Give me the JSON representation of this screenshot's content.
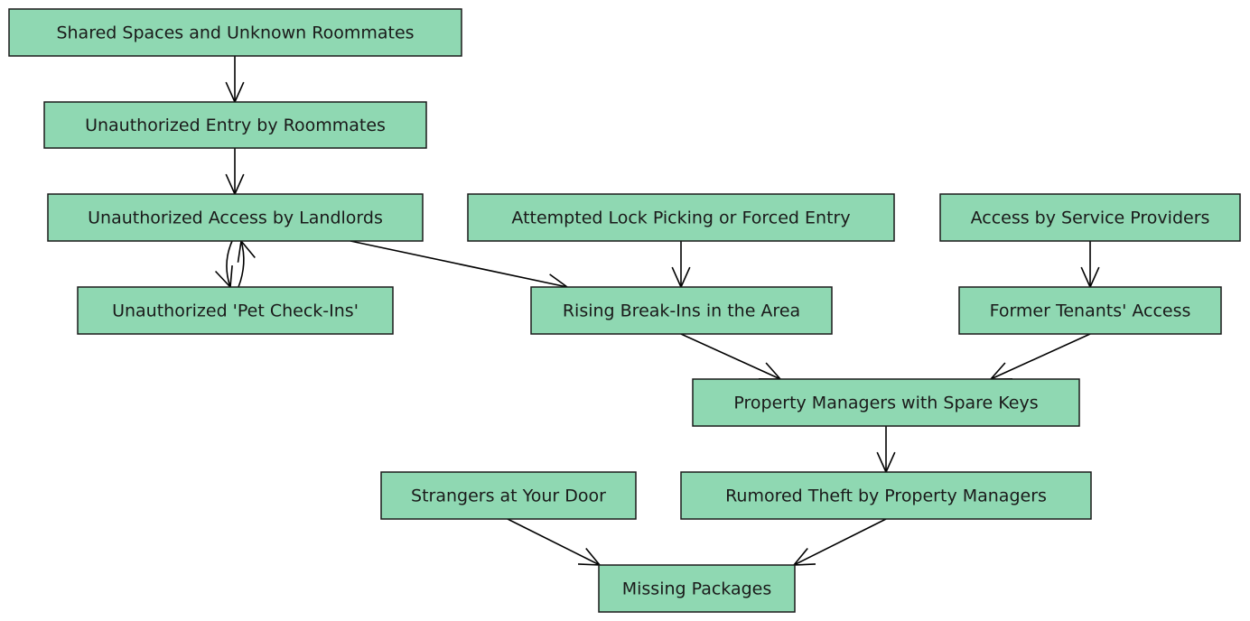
{
  "colors": {
    "node_fill": "#8fd8b2",
    "node_border": "#1a1a1a",
    "edge": "#000000",
    "background": "#ffffff"
  },
  "nodes": [
    {
      "id": "shared",
      "label": "Shared Spaces and Unknown Roommates"
    },
    {
      "id": "roommates",
      "label": "Unauthorized Entry by Roommates"
    },
    {
      "id": "landlords",
      "label": "Unauthorized Access by Landlords"
    },
    {
      "id": "lockpick",
      "label": "Attempted Lock Picking or Forced Entry"
    },
    {
      "id": "service",
      "label": "Access by Service Providers"
    },
    {
      "id": "pet",
      "label": "Unauthorized 'Pet Check-Ins'"
    },
    {
      "id": "breakins",
      "label": "Rising Break-Ins in the Area"
    },
    {
      "id": "former",
      "label": "Former Tenants' Access"
    },
    {
      "id": "managers",
      "label": "Property Managers with Spare Keys"
    },
    {
      "id": "strangers",
      "label": "Strangers at Your Door"
    },
    {
      "id": "theft",
      "label": "Rumored Theft by Property Managers"
    },
    {
      "id": "packages",
      "label": "Missing Packages"
    }
  ],
  "edges": [
    {
      "from": "shared",
      "to": "roommates"
    },
    {
      "from": "roommates",
      "to": "landlords"
    },
    {
      "from": "landlords",
      "to": "pet"
    },
    {
      "from": "pet",
      "to": "landlords"
    },
    {
      "from": "landlords",
      "to": "breakins"
    },
    {
      "from": "lockpick",
      "to": "breakins"
    },
    {
      "from": "service",
      "to": "former"
    },
    {
      "from": "breakins",
      "to": "managers"
    },
    {
      "from": "former",
      "to": "managers"
    },
    {
      "from": "managers",
      "to": "theft"
    },
    {
      "from": "strangers",
      "to": "packages"
    },
    {
      "from": "theft",
      "to": "packages"
    }
  ]
}
